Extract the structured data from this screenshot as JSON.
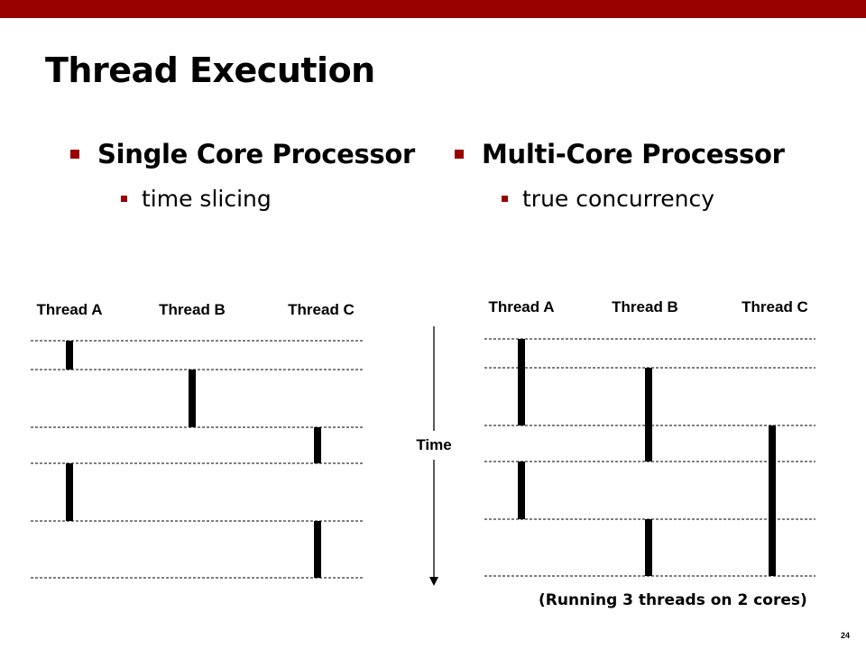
{
  "slide": {
    "title": "Thread Execution",
    "page_number": "24",
    "accent_color": "#990000"
  },
  "left": {
    "heading": "Single Core Processor",
    "sub": "time slicing",
    "threads": [
      "Thread A",
      "Thread B",
      "Thread C"
    ]
  },
  "right": {
    "heading": "Multi-Core Processor",
    "sub": "true concurrency",
    "threads": [
      "Thread A",
      "Thread B",
      "Thread C"
    ],
    "caption": "(Running 3 threads on 2 cores)"
  },
  "time_axis": {
    "label": "Time"
  },
  "chart_data": [
    {
      "type": "timeline",
      "threads": [
        "Thread A",
        "Thread B",
        "Thread C"
      ],
      "time_marks": [
        0,
        1,
        2,
        3,
        4,
        5
      ],
      "segments": [
        {
          "thread": "Thread A",
          "start": 0,
          "end": 1
        },
        {
          "thread": "Thread B",
          "start": 1,
          "end": 2
        },
        {
          "thread": "Thread C",
          "start": 2,
          "end": 3
        },
        {
          "thread": "Thread A",
          "start": 3,
          "end": 4
        },
        {
          "thread": "Thread C",
          "start": 4,
          "end": 5
        }
      ]
    },
    {
      "type": "timeline",
      "threads": [
        "Thread A",
        "Thread B",
        "Thread C"
      ],
      "time_marks": [
        0,
        1,
        2,
        3,
        4,
        5
      ],
      "segments": [
        {
          "thread": "Thread A",
          "start": 0,
          "end": 2
        },
        {
          "thread": "Thread B",
          "start": 1,
          "end": 3
        },
        {
          "thread": "Thread C",
          "start": 2,
          "end": 5
        },
        {
          "thread": "Thread A",
          "start": 3,
          "end": 4
        },
        {
          "thread": "Thread B",
          "start": 4,
          "end": 5
        }
      ]
    }
  ]
}
